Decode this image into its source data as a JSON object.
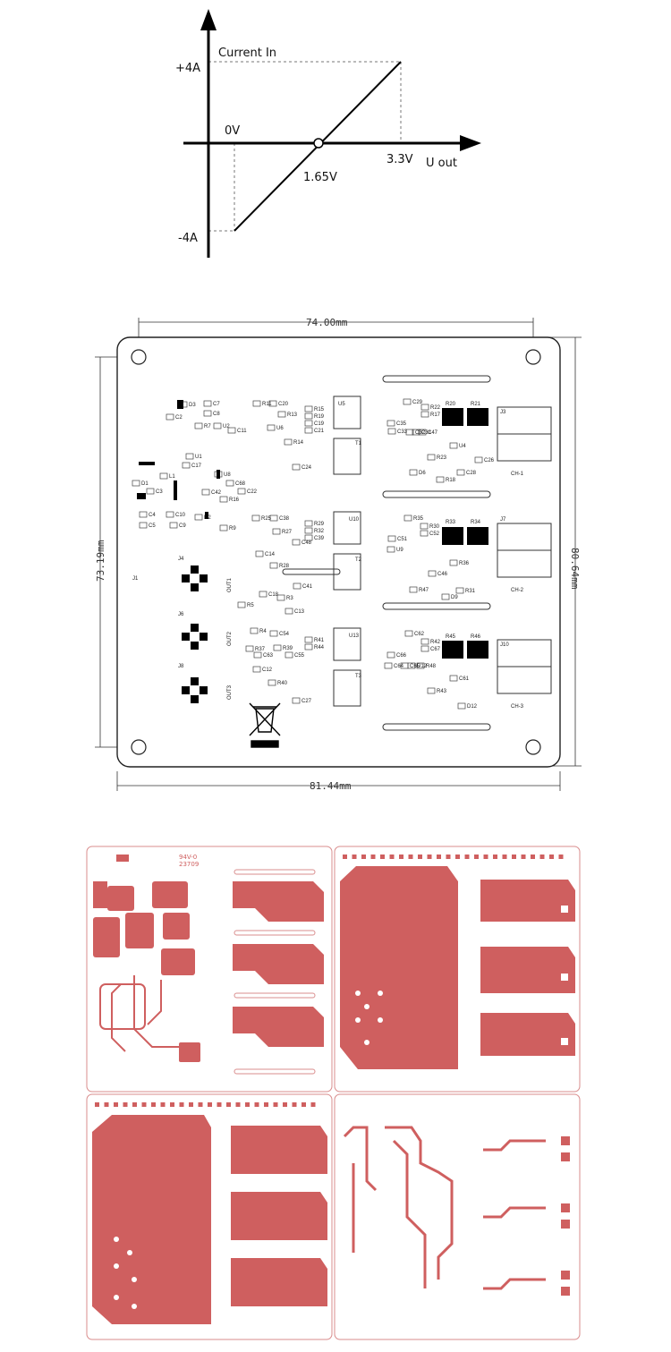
{
  "graph": {
    "y_top": "+4A",
    "y_bottom": "-4A",
    "axis_y_label": "Current In",
    "axis_x_label": "U out",
    "label_0v": "0V",
    "label_mid": "1.65V",
    "label_max": "3.3V"
  },
  "dimensions": {
    "top_width": "74.00mm",
    "bottom_width": "81.44mm",
    "left_height": "73.19mm",
    "right_height": "80.64mm"
  },
  "board": {
    "channels": [
      "CH-1",
      "CH-2",
      "CH-3"
    ],
    "outputs": [
      "OUT1",
      "OUT2",
      "OUT3"
    ],
    "connectors": [
      "J3",
      "J7",
      "J10"
    ],
    "left_connectors": [
      "J4",
      "J6",
      "J8"
    ],
    "j1": "J1",
    "upper_parts": [
      "U5",
      "T1",
      "U10",
      "T2",
      "U13",
      "T3"
    ],
    "shunts": [
      "R20",
      "R21",
      "R33",
      "R34",
      "R45",
      "R46"
    ],
    "misc": [
      "D3",
      "C2",
      "C7",
      "C8",
      "R7",
      "U2",
      "C11",
      "U1",
      "C17",
      "L1",
      "D1",
      "C3",
      "U8",
      "C68",
      "C22",
      "C42",
      "R16",
      "D2",
      "R9",
      "C4",
      "C5",
      "C10",
      "C9",
      "U6",
      "C24",
      "R11",
      "C20",
      "R15",
      "R13",
      "R19",
      "C19",
      "C21",
      "R14",
      "R25",
      "C38",
      "R27",
      "R29",
      "R32",
      "C39",
      "C48",
      "C14",
      "R28",
      "C41",
      "C18",
      "R3",
      "C13",
      "R5",
      "R4",
      "C54",
      "R41",
      "R44",
      "R37",
      "R39",
      "C55",
      "C63",
      "C12",
      "R40",
      "C27",
      "U4",
      "C26",
      "C28",
      "R18",
      "R23",
      "D6",
      "C29",
      "R22",
      "R17",
      "C35",
      "C33",
      "C32",
      "C31",
      "C47",
      "R35",
      "R30",
      "C52",
      "C51",
      "U9",
      "R36",
      "C46",
      "R31",
      "D9",
      "R47",
      "C62",
      "R42",
      "C67",
      "C66",
      "C64",
      "C65",
      "U12",
      "R48",
      "C61",
      "R43",
      "D12"
    ]
  },
  "pcb_marks": [
    "94V-0",
    "23709"
  ]
}
